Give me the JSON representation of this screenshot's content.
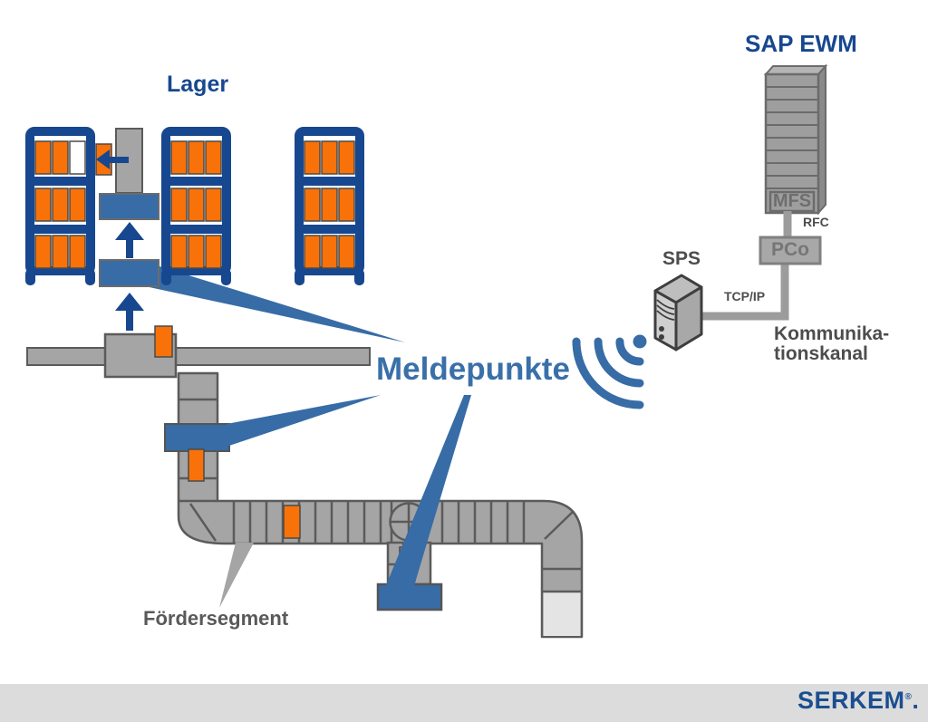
{
  "title": "SAP EWM Meldepunkte warehouse automation diagram",
  "labels": {
    "lager": "Lager",
    "meldepunkte": "Meldepunkte",
    "foerdersegment": "Fördersegment",
    "sap_ewm": "SAP EWM",
    "mfs": "MFS",
    "rfc": "RFC",
    "pco": "PCo",
    "sps": "SPS",
    "tcpip": "TCP/IP",
    "kommunikationskanal_line1": "Kommunika-",
    "kommunikationskanal_line2": "tionskanal"
  },
  "footer": {
    "brand": "SERKEM",
    "registered_mark": "®",
    "period": "."
  },
  "colors": {
    "navy": "#17478F",
    "accent_blue": "#376CA6",
    "orange": "#F87209",
    "conveyor_gray": "#A5A5A5",
    "border_gray": "#5B5B5B",
    "text_gray": "#595959",
    "footer_bg": "#DCDCDC",
    "logo_navy": "#1B4E8F"
  },
  "icons": {
    "wifi_icon": "wireless-signal-arcs",
    "sps_tower_icon": "pc-tower-3d",
    "ewm_server_stack_icon": "server-rack-stack",
    "turntable_icon": "circle-cross-turntable",
    "up_arrow_icon": "arrow-up",
    "left_arrow_icon": "arrow-left",
    "sensor_icon": "orange-sensor-block",
    "serkem_logo_icon": "pixel-squares-cluster"
  }
}
